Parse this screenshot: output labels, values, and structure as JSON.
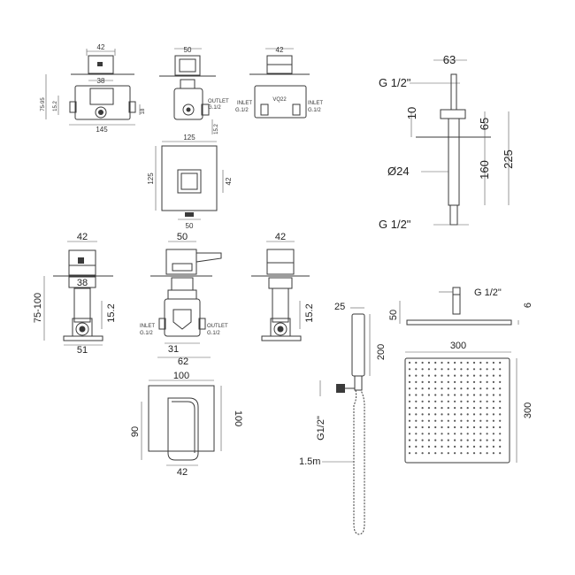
{
  "valves_top": {
    "left": {
      "w42": "42",
      "w38": "38",
      "h75_95": "75-95",
      "h15_2": "15.2",
      "h18": "18",
      "w145": "145"
    },
    "middle": {
      "w50": "50",
      "outlet": "OUTLET",
      "outlet_size": "G.1/2",
      "h15_2": "15.2"
    },
    "right": {
      "w42": "42",
      "inlet": "INLET",
      "inlet_size": "G.1/2",
      "logo": "VQ22"
    }
  },
  "faceplate_top": {
    "w125": "125",
    "h125": "125",
    "h42": "42",
    "w50": "50"
  },
  "valves_bottom": {
    "left": {
      "w42": "42",
      "w38": "38",
      "h75_100": "75-100",
      "h15_2": "15.2",
      "w51": "51"
    },
    "middle": {
      "w50": "50",
      "inlet": "INLET",
      "inlet_size": "G.1/2",
      "outlet": "OUTLET",
      "outlet_size": "G.1/2",
      "w31": "31",
      "w62": "62"
    },
    "right": {
      "w42": "42",
      "h15_2": "15.2"
    }
  },
  "handle_plate": {
    "w100": "100",
    "h100": "100",
    "h90": "90",
    "w42": "42"
  },
  "riser": {
    "g_top": "G 1/2\"",
    "w63": "63",
    "d10": "10",
    "d65": "65",
    "dia24": "Ø24",
    "d160": "160",
    "d225": "225",
    "g_bottom": "G 1/2\""
  },
  "hand_shower": {
    "w25": "25",
    "h200": "200",
    "g_half": "G1/2\"",
    "hose": "1.5m"
  },
  "shower_head": {
    "g_half": "G 1/2\"",
    "d50": "50",
    "d6": "6",
    "w300": "300",
    "h300": "300"
  }
}
